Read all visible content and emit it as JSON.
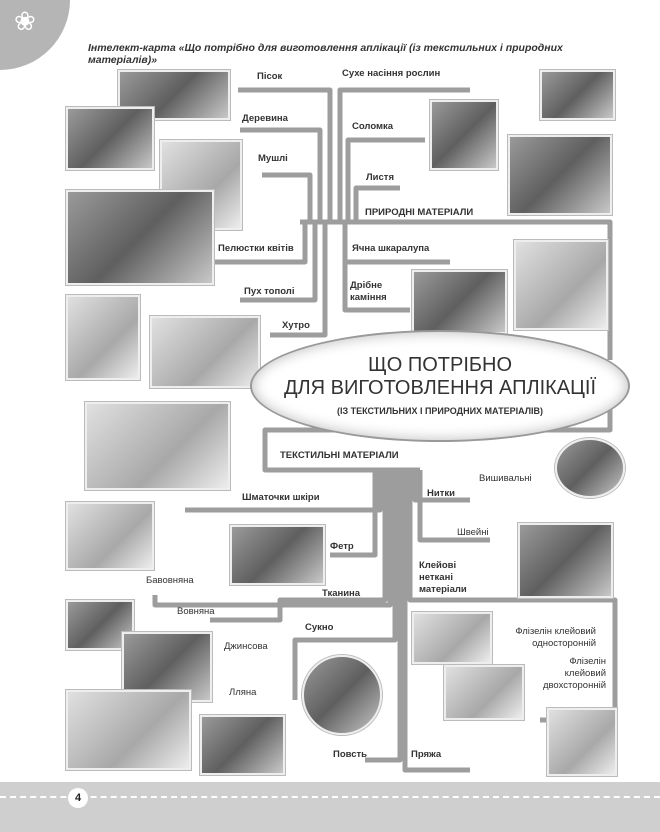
{
  "caption": "Інтелект-карта «Що потрібно для виготовлення аплікації (із текстильних і природних матеріалів)»",
  "center": {
    "line1": "ЩО ПОТРІБНО",
    "line2": "ДЛЯ ВИГОТОВЛЕННЯ АПЛІКАЦІЇ",
    "subtitle": "(ІЗ ТЕКСТИЛЬНИХ І ПРИРОДНИХ МАТЕРІАЛІВ)"
  },
  "natural": {
    "heading": "ПРИРОДНІ МАТЕРІАЛИ",
    "items": [
      "Пісок",
      "Деревина",
      "Мушлі",
      "Пелюстки квітів",
      "Пух тополі",
      "Хутро",
      "Сухе насіння рослин",
      "Соломка",
      "Листя",
      "Ячна шкаралупа",
      "Дрібне каміння"
    ]
  },
  "textile": {
    "heading": "ТЕКСТИЛЬНІ МАТЕРІАЛИ",
    "items": [
      "Шматочки шкіри",
      "Нитки",
      "Вишивальні",
      "Швейні",
      "Фетр",
      "Клейові неткані матеріали",
      "Бавовняна",
      "Тканина",
      "Вовняна",
      "Сукно",
      "Джинсова",
      "Флізелін клейовий односторонній",
      "Флізелін клейовий двохсторонній",
      "Лляна",
      "Повсть",
      "Пряжа"
    ]
  },
  "page_number": "4"
}
